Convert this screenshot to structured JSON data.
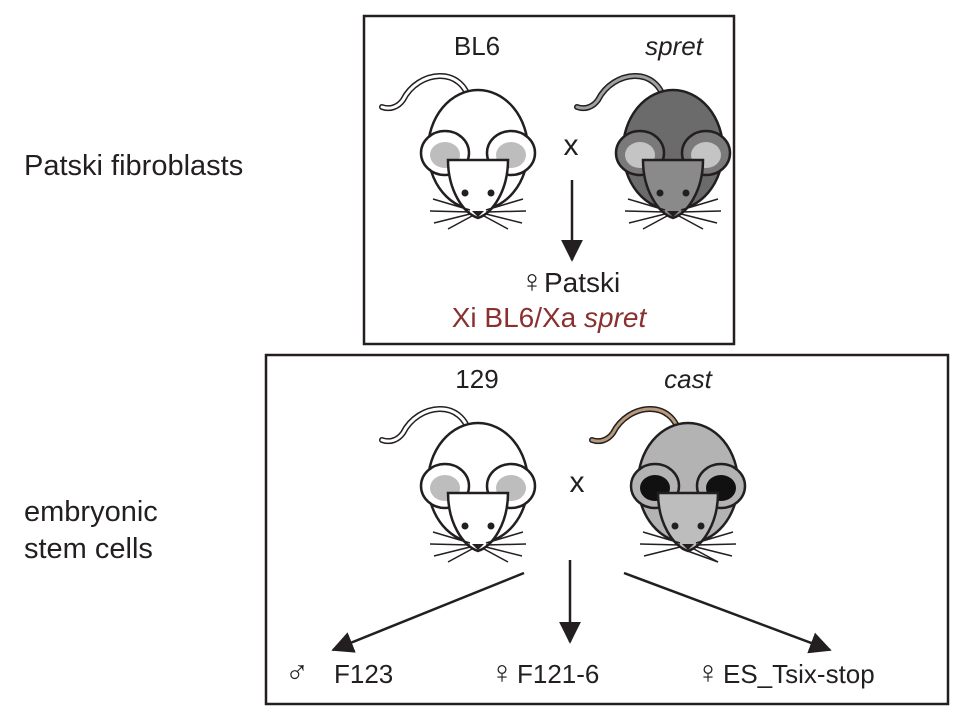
{
  "labels": {
    "patski_fibroblasts": "Patski fibroblasts",
    "es_line1": "embryonic",
    "es_line2": "stem cells"
  },
  "top_cross": {
    "parent_left": "BL6",
    "parent_right": "spret",
    "cross_symbol": "x",
    "female_symbol": "♀",
    "offspring": "Patski",
    "genotype_part1": "Xi BL6/Xa ",
    "genotype_part2": "spret"
  },
  "bottom_cross": {
    "parent_left": "129",
    "parent_right": "cast",
    "cross_symbol": "x",
    "offspring": [
      {
        "symbol": "♂",
        "name": "F123"
      },
      {
        "symbol": "♀",
        "name": "F121-6"
      },
      {
        "symbol": "♀",
        "name": "ES_Tsix-stop"
      }
    ]
  },
  "colors": {
    "ink": "#231f20",
    "genotype_red": "#8a3030",
    "mouse_white": "#ffffff",
    "mouse_white_ear": "#bdbdbd",
    "spret_body": "#6b6b6b",
    "spret_ear": "#c4c4c4",
    "cast_body": "#b3b3b3",
    "cast_ear": "#111111"
  }
}
